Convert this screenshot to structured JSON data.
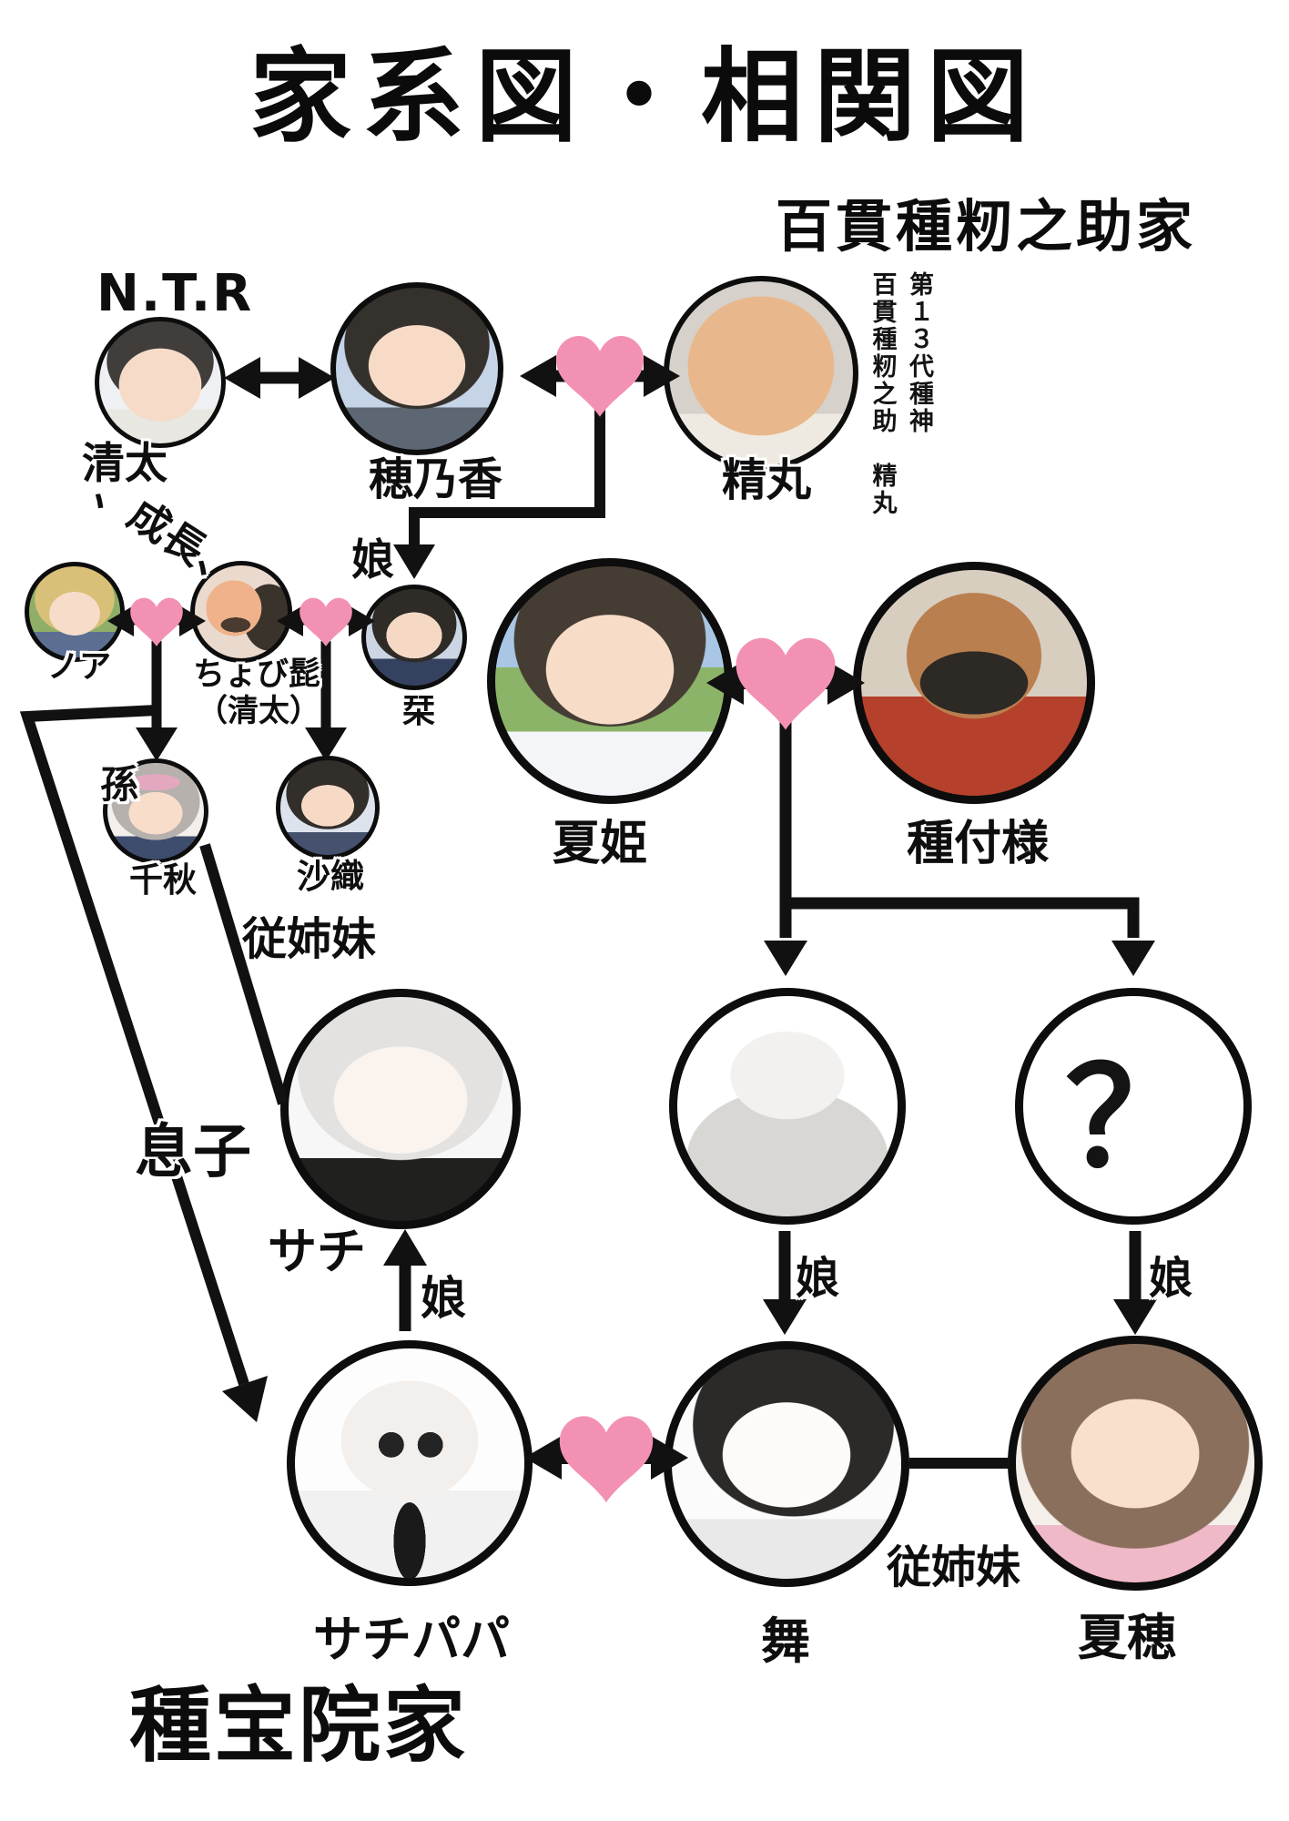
{
  "page": {
    "title": "家系図・相関図"
  },
  "families": {
    "hyakkan": "百貫種籾之助家",
    "shuhouin": "種宝院家"
  },
  "annotations": {
    "ntr": "N.T.R",
    "growth": "、成長、",
    "seed_god_note_right": "第１３代種神",
    "seed_god_note_left": "百貫種籾之助　精丸"
  },
  "labels": {
    "musume_shiori": "娘",
    "mago": "孫",
    "itoko_chiaki_sachi": "従姉妹",
    "musuko": "息子",
    "musume_sachi": "娘",
    "musume_mai": "娘",
    "musume_natsuho": "娘",
    "itoko_mai_natsuho": "従姉妹"
  },
  "characters": {
    "seita": {
      "name": "清太"
    },
    "honoka": {
      "name": "穂乃香"
    },
    "seimaru": {
      "name": "精丸"
    },
    "noa": {
      "name": "ノア"
    },
    "chobihige": {
      "name": "ちょび髭",
      "alias": "（清太）"
    },
    "shiori": {
      "name": "栞"
    },
    "natsuki": {
      "name": "夏姫"
    },
    "tanetsuke": {
      "name": "種付様"
    },
    "chiaki": {
      "name": "千秋"
    },
    "saori": {
      "name": "沙織"
    },
    "sachi": {
      "name": "サチ"
    },
    "muscle_man": {
      "name": ""
    },
    "unknown": {
      "name": "？"
    },
    "sachipapa": {
      "name": "サチパパ"
    },
    "mai": {
      "name": "舞"
    },
    "natsuho": {
      "name": "夏穂"
    }
  },
  "colors": {
    "heart": "#f391b4",
    "line": "#111111",
    "background": "#ffffff"
  },
  "relationships": [
    {
      "from": "seita",
      "to": "honoka",
      "type": "double-arrow",
      "label": "N.T.R"
    },
    {
      "from": "honoka",
      "to": "seimaru",
      "type": "love-heart"
    },
    {
      "from": "honoka+seimaru",
      "to": "shiori",
      "type": "child",
      "label": "娘"
    },
    {
      "from": "seita",
      "to": "chobihige",
      "type": "transformation",
      "label": "成長"
    },
    {
      "from": "noa",
      "to": "chobihige",
      "type": "love-heart"
    },
    {
      "from": "chobihige",
      "to": "shiori",
      "type": "love-heart"
    },
    {
      "from": "noa+chobihige",
      "to": "chiaki",
      "type": "descendant",
      "label": "孫"
    },
    {
      "from": "chobihige+shiori",
      "to": "saori",
      "type": "child"
    },
    {
      "from": "chiaki",
      "to": "sachi",
      "type": "kinship",
      "label": "従姉妹"
    },
    {
      "from": "noa+chobihige",
      "to": "sachipapa",
      "type": "child",
      "label": "息子"
    },
    {
      "from": "natsuki",
      "to": "tanetsuke",
      "type": "love-heart"
    },
    {
      "from": "natsuki+tanetsuke",
      "to": "muscle_man",
      "type": "child"
    },
    {
      "from": "natsuki+tanetsuke",
      "to": "unknown",
      "type": "child"
    },
    {
      "from": "muscle_man",
      "to": "mai",
      "type": "child",
      "label": "娘"
    },
    {
      "from": "unknown",
      "to": "natsuho",
      "type": "child",
      "label": "娘"
    },
    {
      "from": "sachipapa",
      "to": "sachi",
      "type": "child",
      "label": "娘"
    },
    {
      "from": "sachipapa",
      "to": "mai",
      "type": "love-heart"
    },
    {
      "from": "mai",
      "to": "natsuho",
      "type": "kinship",
      "label": "従姉妹"
    }
  ]
}
